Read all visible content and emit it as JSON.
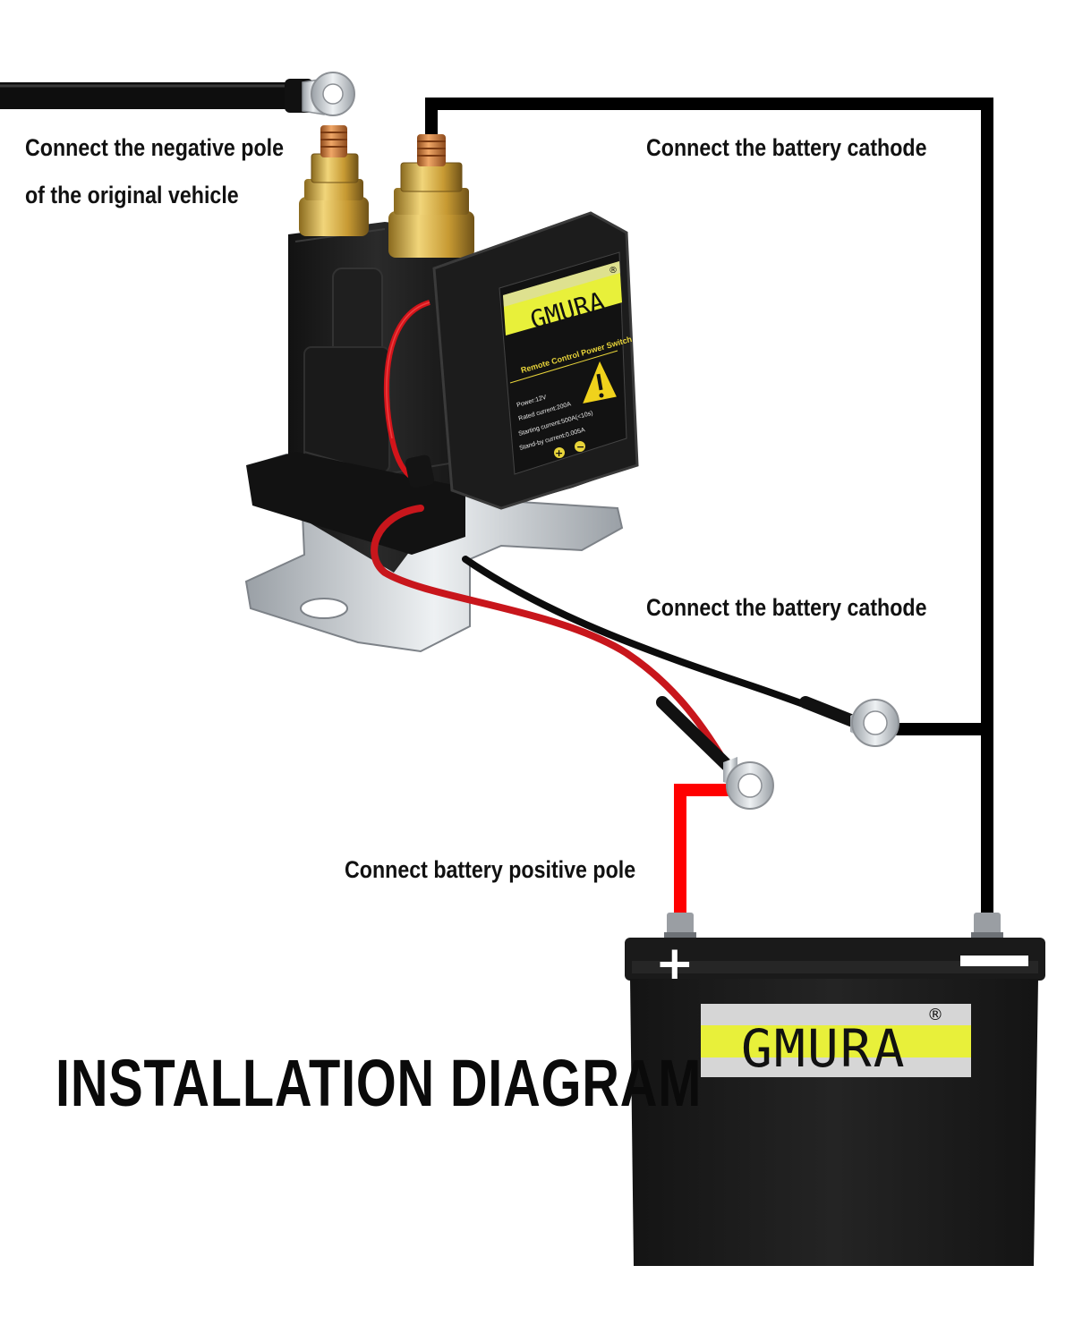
{
  "labels": {
    "negative_pole_line1": "Connect the negative pole",
    "negative_pole_line2": "of the original vehicle",
    "battery_cathode_top": "Connect the battery cathode",
    "battery_cathode_mid": "Connect the battery cathode",
    "battery_positive": "Connect battery positive pole"
  },
  "title": "INSTALLATION DIAGRAM",
  "switch": {
    "brand": "GMURA",
    "registered_mark": "®",
    "product_name": "Remote Control Power Switch",
    "spec_power": "Power:12V",
    "spec_rated": "Rated current:200A",
    "spec_starting": "Starting current:500A(<10s)",
    "spec_standby": "Stand-by current:0.005A",
    "plus_symbol": "+",
    "minus_symbol": "−"
  },
  "battery": {
    "brand": "GMURA",
    "registered_mark": "®",
    "positive_symbol": "+",
    "negative_symbol": "−"
  },
  "colors": {
    "wire_black": "#000000",
    "wire_red": "#ff0000",
    "label_yellow": "#e8f03a",
    "label_gray": "#d6d6d6",
    "body_black": "#1b1b1b",
    "brass": "#c8a23a",
    "copper": "#c97a3a"
  }
}
